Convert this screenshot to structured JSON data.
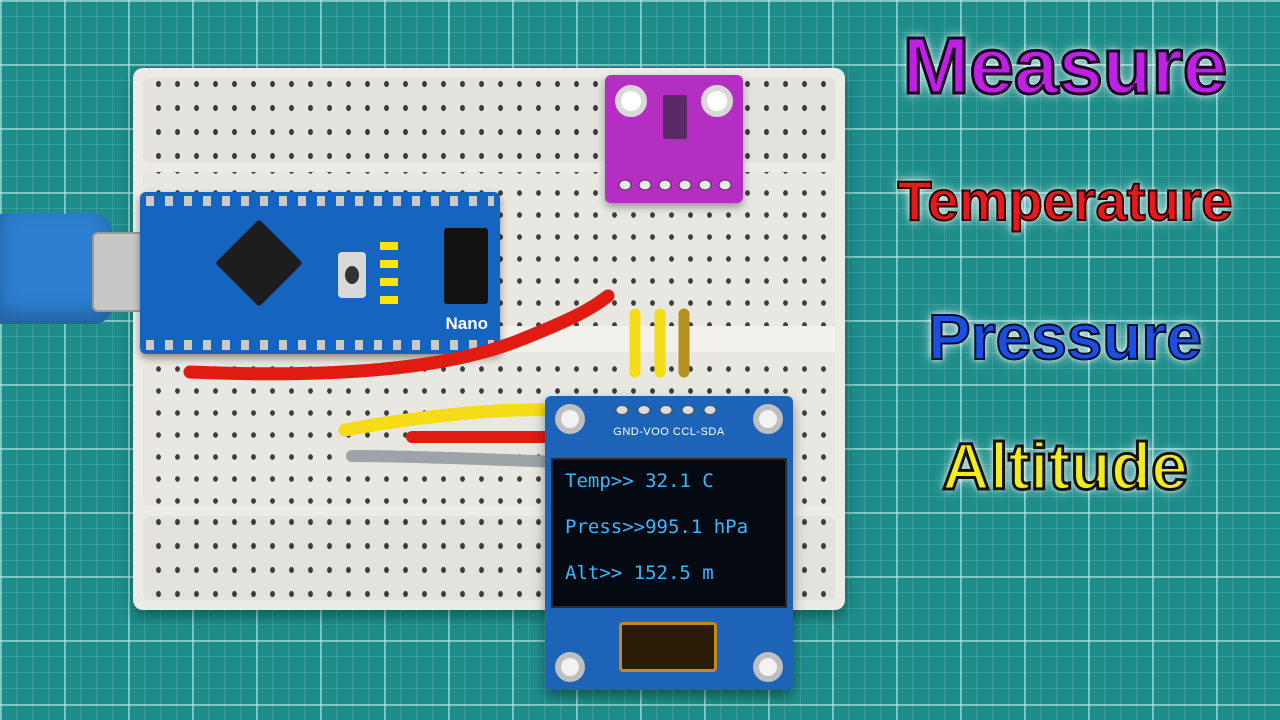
{
  "headline": {
    "measure": "Measure",
    "temperature": "Temperature",
    "pressure": "Pressure",
    "altitude": "Altitude"
  },
  "arduino": {
    "label": "Nano"
  },
  "oled": {
    "pin_label": "GND-VOO CCL-SDA",
    "lines": [
      "Temp>> 32.1 C",
      "Press>>995.1 hPa",
      "Alt>> 152.5 m"
    ]
  },
  "colors": {
    "measure": "#c020e6",
    "temperature": "#e8191c",
    "pressure": "#1a4fe0",
    "altitude": "#f2ec1a",
    "oled_text": "#39b7ff",
    "mat": "#1e8d8a"
  }
}
